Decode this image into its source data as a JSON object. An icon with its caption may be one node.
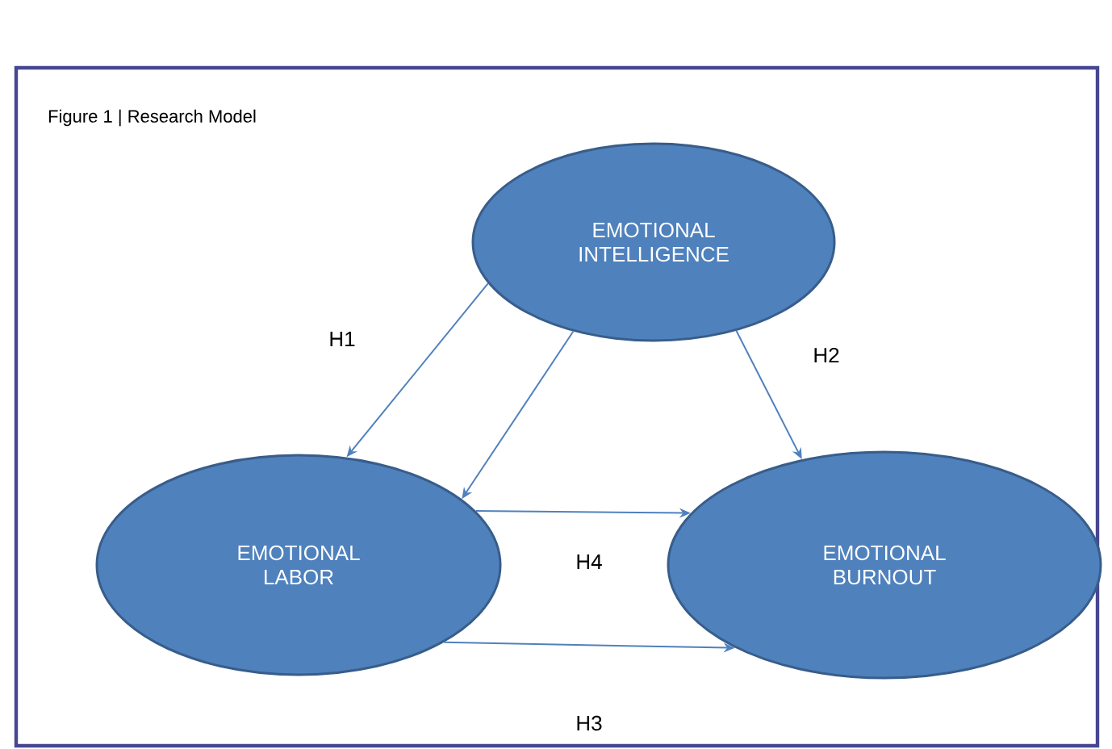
{
  "diagram": {
    "title": "Figure 1 | Research Model",
    "nodes": [
      {
        "text": [
          "EMOTIONAL INTELLIGENCE"
        ]
      },
      {
        "text": [
          "EMOTIONAL LABOR"
        ]
      },
      {
        "text": [
          "EMOTIONAL BURNOUT"
        ]
      }
    ],
    "edges": [
      {
        "from": 0,
        "to": 1,
        "arrow": "to",
        "label": "H1"
      },
      {
        "from": 0,
        "to": 2,
        "arrow": "to",
        "label": "H2"
      },
      {
        "from": 0,
        "to": 1,
        "arrow": "to"
      },
      {
        "from": 1,
        "to": 2,
        "arrow": "to",
        "label": "H4"
      },
      {
        "from": 1,
        "to": 2,
        "arrow": "to",
        "label": "H3"
      }
    ]
  }
}
